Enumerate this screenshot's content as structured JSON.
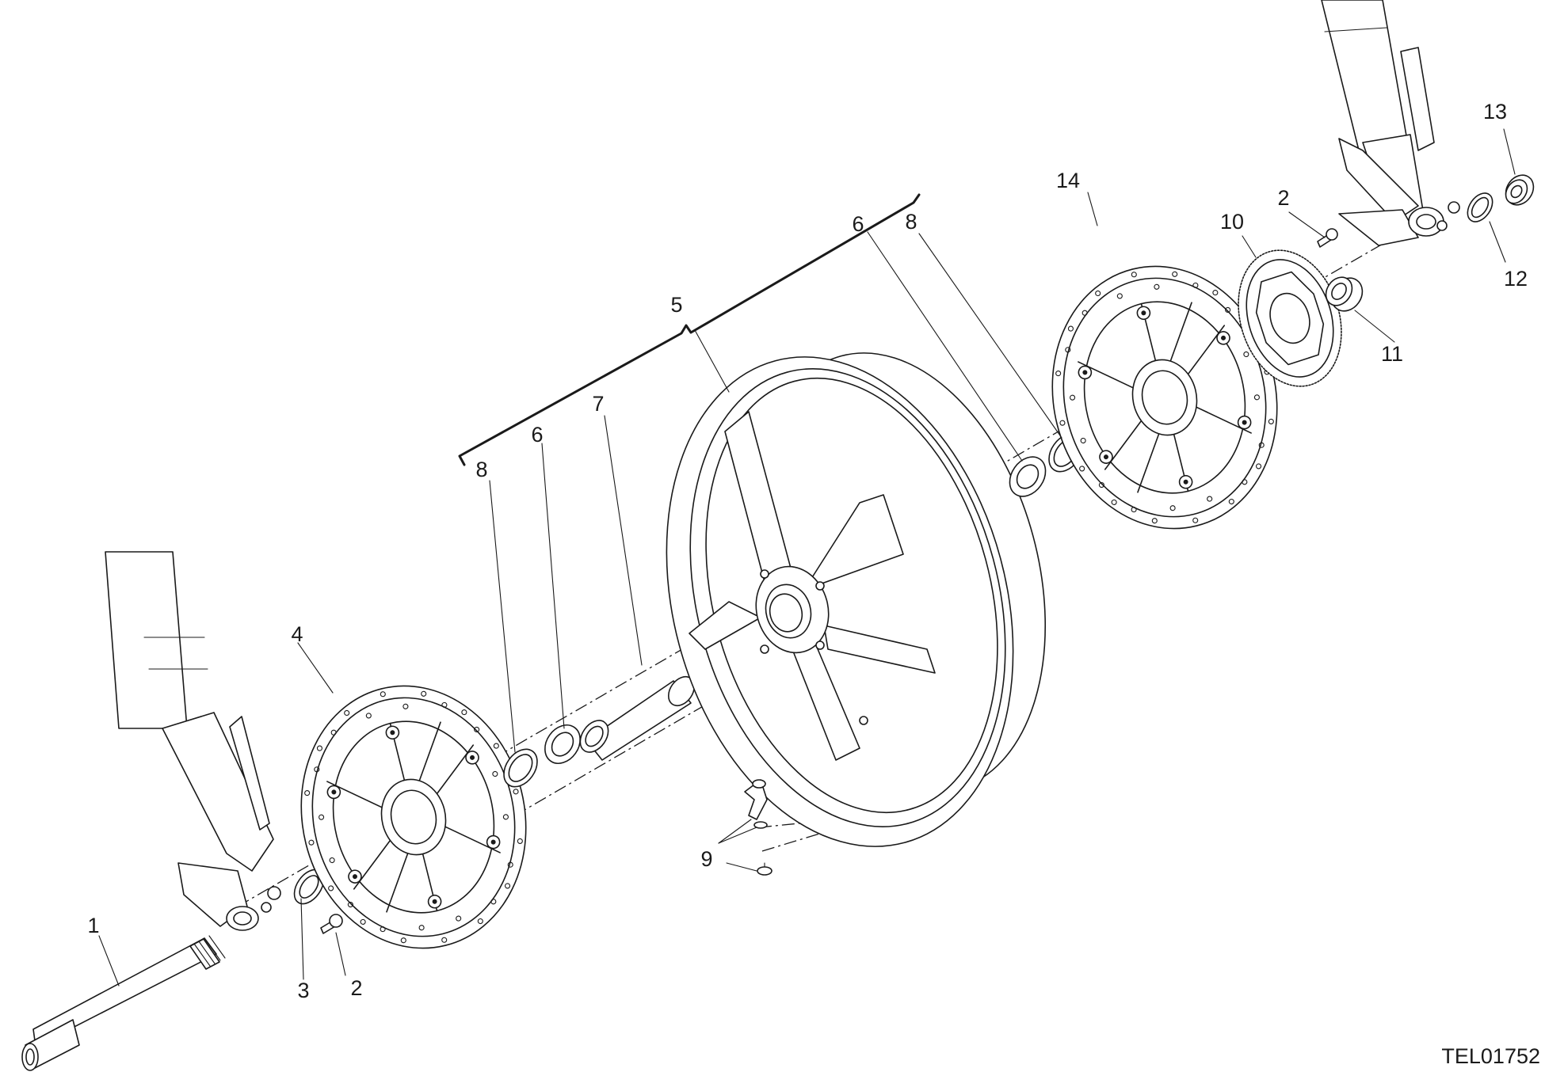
{
  "drawing_code": "TEL01752",
  "callouts": {
    "c1": "1",
    "c2a": "2",
    "c3": "3",
    "c4": "4",
    "c5": "5",
    "c6a": "6",
    "c7": "7",
    "c8a": "8",
    "c6b": "6",
    "c8b": "8",
    "c9": "9",
    "c14": "14",
    "c10": "10",
    "c2b": "2",
    "c11": "11",
    "c12": "12",
    "c13": "13"
  }
}
